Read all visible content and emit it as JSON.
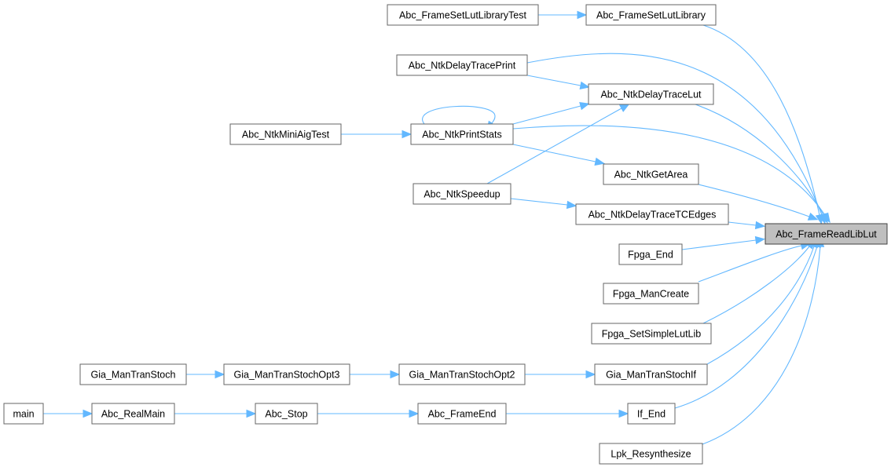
{
  "graph": {
    "nodes": {
      "root": "Abc_FrameReadLibLut",
      "setlib_test": "Abc_FrameSetLutLibraryTest",
      "setlib": "Abc_FrameSetLutLibrary",
      "tprint": "Abc_NtkDelayTracePrint",
      "tlut": "Abc_NtkDelayTraceLut",
      "minitest": "Abc_NtkMiniAigTest",
      "pstats": "Abc_NtkPrintStats",
      "getarea": "Abc_NtkGetArea",
      "speedup": "Abc_NtkSpeedup",
      "tcedges": "Abc_NtkDelayTraceTCEdges",
      "fend": "Fpga_End",
      "fcreate": "Fpga_ManCreate",
      "fsimple": "Fpga_SetSimpleLutLib",
      "gstoch": "Gia_ManTranStoch",
      "gopt3": "Gia_ManTranStochOpt3",
      "gopt2": "Gia_ManTranStochOpt2",
      "gif": "Gia_ManTranStochIf",
      "main": "main",
      "realmain": "Abc_RealMain",
      "stop": "Abc_Stop",
      "frameend": "Abc_FrameEnd",
      "ifend": "If_End",
      "lpk": "Lpk_Resynthesize"
    },
    "colors": {
      "edge": "#63b8ff",
      "root_fill": "#bfbfbf",
      "node_border": "#666666"
    }
  }
}
